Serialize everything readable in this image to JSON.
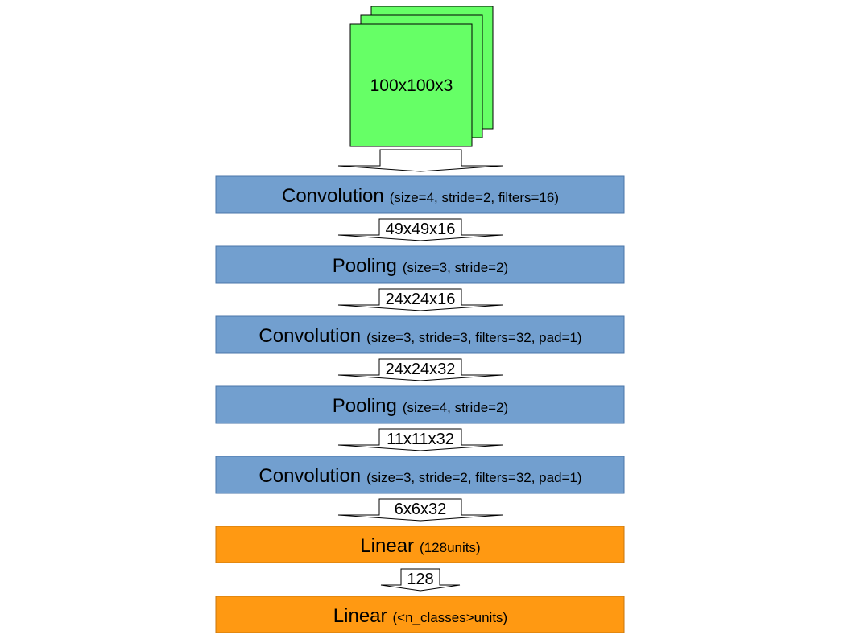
{
  "input": {
    "label": "100x100x3",
    "color": "#66ff66"
  },
  "colors": {
    "conv_pool": "#729fcf",
    "linear": "#ff9912",
    "border": "#5a7fa8"
  },
  "layers": [
    {
      "name": "Convolution",
      "params": "(size=4, stride=2, filters=16)",
      "kind": "conv_pool"
    },
    {
      "name": "Pooling",
      "params": "(size=3, stride=2)",
      "kind": "conv_pool"
    },
    {
      "name": "Convolution",
      "params": "(size=3, stride=3, filters=32, pad=1)",
      "kind": "conv_pool"
    },
    {
      "name": "Pooling",
      "params": "(size=4, stride=2)",
      "kind": "conv_pool"
    },
    {
      "name": "Convolution",
      "params": "(size=3, stride=2, filters=32, pad=1)",
      "kind": "conv_pool"
    },
    {
      "name": "Linear",
      "params": "(128units)",
      "kind": "linear"
    },
    {
      "name": "Linear",
      "params": "(<n_classes>units)",
      "kind": "linear"
    }
  ],
  "arrows": [
    "",
    "49x49x16",
    "24x24x16",
    "24x24x32",
    "11x11x32",
    "6x6x32",
    "128"
  ]
}
